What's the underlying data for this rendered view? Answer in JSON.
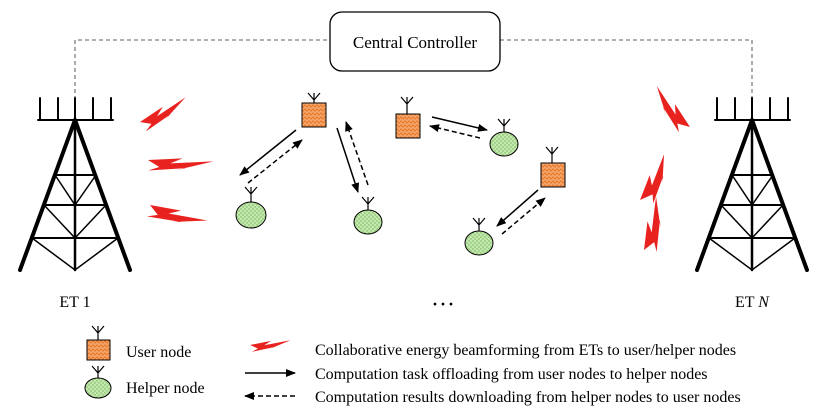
{
  "controller": {
    "label": "Central Controller"
  },
  "towers": {
    "left": {
      "label": "ET 1"
    },
    "right": {
      "label_prefix": "ET ",
      "label_italic": "N"
    }
  },
  "ellipsis": "···",
  "legend": {
    "user_node": "User node",
    "helper_node": "Helper node",
    "beamforming": "Collaborative energy beamforming from ETs to user/helper nodes",
    "offloading": "Computation task offloading from user nodes to helper nodes",
    "downloading": "Computation results downloading from helper nodes to user nodes"
  },
  "colors": {
    "user_node_fill": "#f4a46a",
    "user_node_pattern": "#e8731f",
    "helper_node_fill": "#b7e0a0",
    "helper_node_pattern": "#7cc25c",
    "lightning": "#e8231f",
    "link_line": "#808080"
  }
}
